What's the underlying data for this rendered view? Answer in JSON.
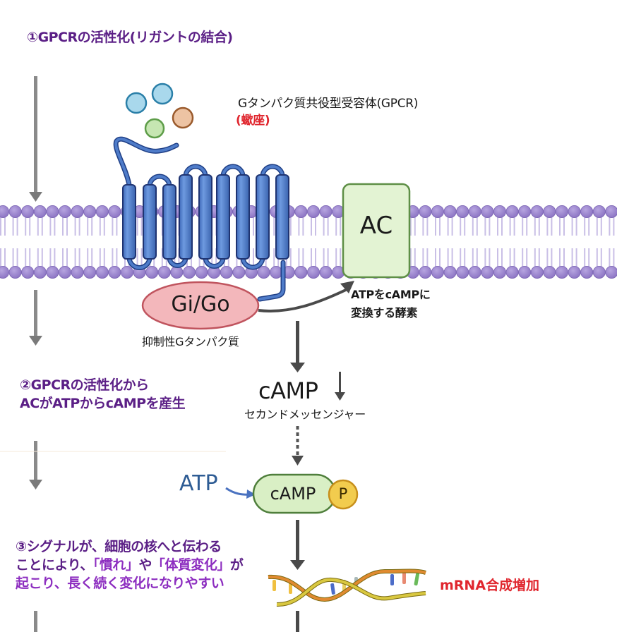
{
  "steps": {
    "step1": "①GPCRの活性化(リガントの結合)",
    "step2_line1": "②GPCRの活性化から",
    "step2_line2": "ACがATPからcAMPを産生",
    "step3_line1": "③シグナルが、細胞の核へと伝わる",
    "step3_line2_a": "ことにより、",
    "step3_line2_b": "「慣れ」",
    "step3_line2_c": "や",
    "step3_line2_d": "「体質変化」",
    "step3_line2_e": "が",
    "step3_line3": "起こり、長く続く変化になりやすい"
  },
  "receptor": {
    "title": "Gタンパク質共役型受容体(GPCR)",
    "subtitle": "(蠍座)"
  },
  "g_protein": {
    "label": "Gi/Go",
    "caption": "抑制性Gタンパク質"
  },
  "enzyme": {
    "label": "AC",
    "caption_line1": "ATPをcAMPに",
    "caption_line2": "変換する酵素"
  },
  "second_messenger": {
    "label": "cAMP",
    "caption": "セカンドメッセンジャー"
  },
  "phosphorylation": {
    "input": "ATP",
    "molecule": "cAMP",
    "phosphate": "P"
  },
  "outcome": {
    "label": "mRNA合成増加"
  },
  "colors": {
    "step_text": "#5b1f86",
    "highlight_text": "#8d2ec0",
    "red_text": "#e0262e",
    "membrane": "#9d87cc",
    "receptor_blue": "#4f7cc9",
    "ac_green": "#e3f3d3",
    "gprotein_pink": "#f3b7bb",
    "atp_blue": "#2e5c94",
    "phosphate_gold": "#f2cc4e"
  },
  "ligands": [
    "blue",
    "blue",
    "green",
    "orange"
  ]
}
